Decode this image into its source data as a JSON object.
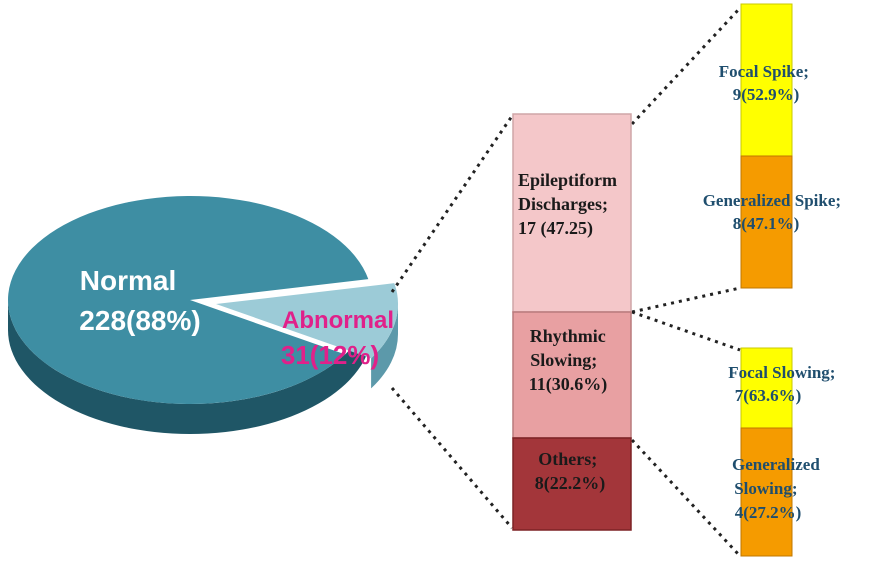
{
  "chart_data": {
    "type": "pie-of-bar",
    "colors": {
      "pie_top": "#3e8ea3",
      "pie_side": "#1f5666",
      "pie_slice_top": "#9ccbd7",
      "pie_slice_side": "#5c99aa",
      "abnormal_label": "#e0218a",
      "epileptiform": "#f4c7c9",
      "rhythmic": "#e8a0a2",
      "others": "#a3363a",
      "focal_spike": "#ffff00",
      "generalized_spike": "#f59b00",
      "focal_slowing": "#ffff00",
      "generalized_slowing": "#f59b00",
      "detail_text": "#1f4e6e"
    },
    "pie": {
      "slices": [
        {
          "key": "normal",
          "label": "Normal",
          "value_label": "228(88%)",
          "value": 228,
          "percent": 88
        },
        {
          "key": "abnormal",
          "label": "Abnormal",
          "value_label": "31(12%)",
          "value": 31,
          "percent": 12
        }
      ]
    },
    "abnormal_breakdown": {
      "segments": [
        {
          "key": "epileptiform",
          "lines": [
            "Epileptiform",
            "Discharges;",
            "17 (47.25)"
          ],
          "value": 17,
          "percent": 47.25
        },
        {
          "key": "rhythmic",
          "lines": [
            "Rhythmic",
            "Slowing;",
            "11(30.6%)"
          ],
          "value": 11,
          "percent": 30.6
        },
        {
          "key": "others",
          "lines": [
            "Others;",
            "8(22.2%)"
          ],
          "value": 8,
          "percent": 22.2
        }
      ]
    },
    "epileptiform_breakdown": {
      "segments": [
        {
          "key": "focal_spike",
          "lines": [
            "Focal Spike;",
            "9(52.9%)"
          ],
          "value": 9,
          "percent": 52.9
        },
        {
          "key": "generalized_spike",
          "lines": [
            "Generalized Spike;",
            "8(47.1%)"
          ],
          "value": 8,
          "percent": 47.1
        }
      ]
    },
    "slowing_breakdown": {
      "segments": [
        {
          "key": "focal_slowing",
          "lines": [
            "Focal Slowing;",
            "7(63.6%)"
          ],
          "value": 7,
          "percent": 63.6
        },
        {
          "key": "generalized_slowing",
          "lines": [
            "Generalized",
            "Slowing;",
            "4(27.2%)"
          ],
          "value": 4,
          "percent": 27.2
        }
      ]
    }
  }
}
